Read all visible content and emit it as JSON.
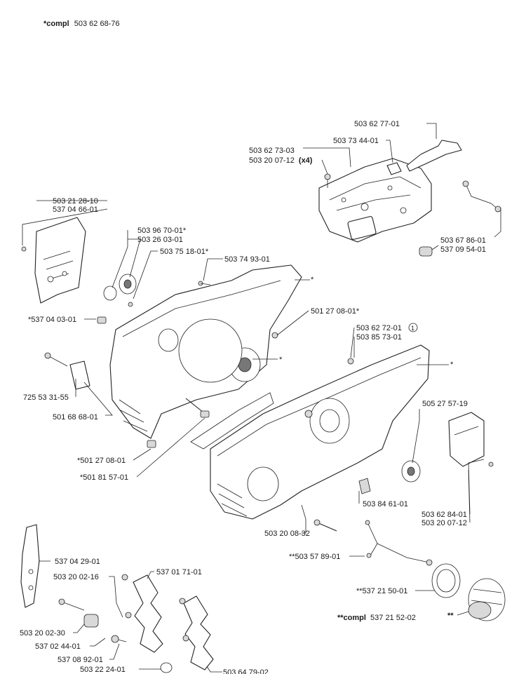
{
  "header": {
    "compl_prefix": "*compl",
    "compl_number": "503 62 68-76"
  },
  "labels": {
    "l_5036277": "503 62 77-01",
    "l_5037344": "503 73 44-01",
    "l_5036273": "503 62 73-03",
    "l_5032007x4_num": "503 20 07-12",
    "l_5032007x4_qty": "(x4)",
    "l_5032128": "503 21 28-10",
    "l_5370466": "537 04 66-01",
    "l_5039670": "503 96 70-01*",
    "l_5032603": "503 26 03-01",
    "l_5037518": "503 75 18-01*",
    "l_5037493": "503 74 93-01",
    "l_5036786": "503 67 86-01",
    "l_5370954": "537 09 54-01",
    "l_5370403": "*537 04 03-01",
    "l_5012708a": "501 27 08-01*",
    "l_5036272": "503 62 72-01",
    "l_5036272_mark": "1",
    "l_5038573": "503 85 73-01",
    "l_7255331": "725 53 31-55",
    "l_5016868": "501 68 68-01",
    "l_5052757": "505 27 57-19",
    "l_5012708b": "*501 27 08-01",
    "l_5018157": "*501 81 57-01",
    "l_5038461": "503 84 61-01",
    "l_5036284": "503 62 84-01",
    "l_5032007b": "503 20 07-12",
    "l_5032008": "503 20 08-32",
    "l_5035789": "**503 57 89-01",
    "l_5370429": "537 04 29-01",
    "l_5370171": "537 01 71-01",
    "l_5032002a": "503 20 02-16",
    "l_5372150": "**537 21 50-01",
    "l_5372152_prefix": "**compl",
    "l_5372152_num": "537 21 52-02",
    "l_dstar": "**",
    "l_5032002b": "503 20 02-30",
    "l_5370244": "537 02 44-01",
    "l_5370892": "537 08 92-01",
    "l_5032224": "503 22 24-01",
    "l_5036479": "503 64 79-02",
    "star": "*"
  }
}
